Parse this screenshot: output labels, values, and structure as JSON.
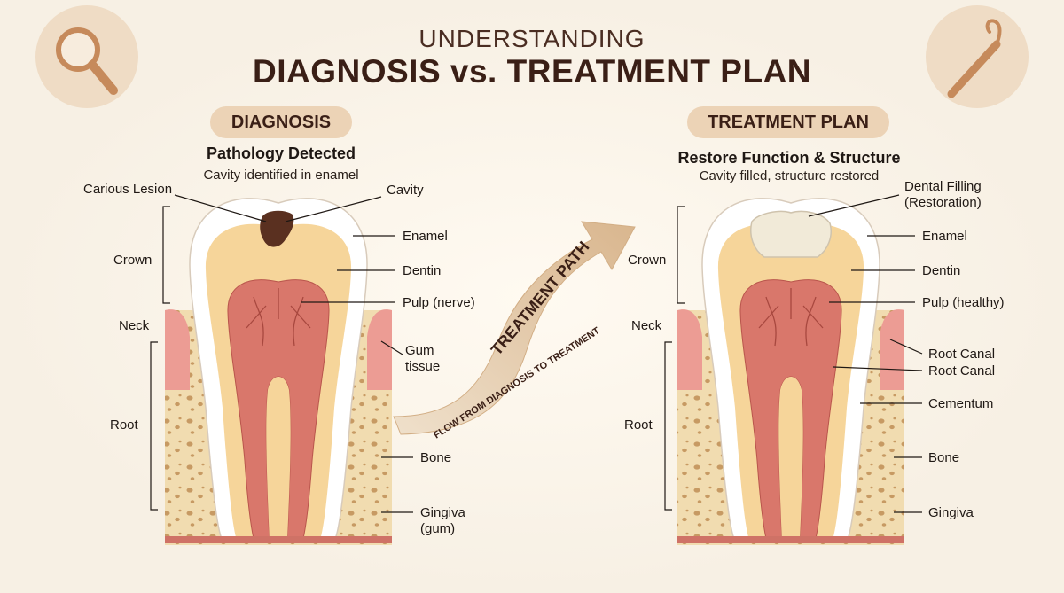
{
  "header": {
    "supertitle": "UNDERSTANDING",
    "title": "DIAGNOSIS vs. TREATMENT PLAN"
  },
  "icons": {
    "left": "magnifying-glass-icon",
    "right": "dental-probe-icon"
  },
  "diagnosis": {
    "badge": "DIAGNOSIS",
    "heading": "Pathology Detected",
    "subheading": "Cavity identified in enamel",
    "labels": {
      "carious_lesion": "Carious Lesion",
      "cavity": "Cavity",
      "enamel": "Enamel",
      "dentin": "Dentin",
      "pulp": "Pulp (nerve)",
      "gum_tissue_1": "Gum",
      "gum_tissue_2": "tissue",
      "bone": "Bone",
      "gingiva_1": "Gingiva",
      "gingiva_2": "(gum)",
      "crown": "Crown",
      "neck": "Neck",
      "root": "Root"
    }
  },
  "treatment": {
    "badge": "TREATMENT PLAN",
    "heading": "Restore Function & Structure",
    "subheading": "Cavity filled, structure restored",
    "labels": {
      "filling_1": "Dental Filling",
      "filling_2": "(Restoration)",
      "enamel": "Enamel",
      "dentin": "Dentin",
      "pulp": "Pulp (healthy)",
      "root_canal_1": "Root Canal",
      "root_canal_2": "Root Canal",
      "cementum": "Cementum",
      "bone": "Bone",
      "gingiva": "Gingiva",
      "crown": "Crown",
      "neck": "Neck",
      "root": "Root"
    }
  },
  "arrow": {
    "main_label": "TREATMENT PATH",
    "sub_label": "FLOW FROM DIAGNOSIS TO TREATMENT"
  },
  "colors": {
    "background": "#f7f0e4",
    "badge": "#ecd3b6",
    "enamel": "#ffffff",
    "dentin": "#f6d59a",
    "pulp": "#d9776b",
    "gum": "#ec9c94",
    "bone": "#f1dcb0",
    "decay": "#5a3020",
    "filling": "#f1ead8",
    "arrow": "#e0c3a0"
  }
}
